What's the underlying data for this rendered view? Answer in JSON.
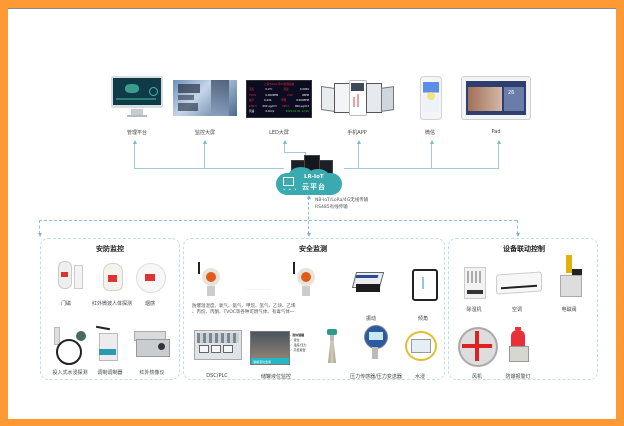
{
  "terminals": [
    {
      "id": "mgmt",
      "label": "管理平台",
      "icon": "desktop-monitor-icon"
    },
    {
      "id": "bigscreen",
      "label": "监控大屏",
      "icon": "video-wall-icon"
    },
    {
      "id": "led",
      "label": "LED大屏",
      "icon": "led-display-icon"
    },
    {
      "id": "app",
      "label": "手机APP",
      "icon": "mobile-app-icon"
    },
    {
      "id": "wechat",
      "label": "微信",
      "icon": "smartphone-icon"
    },
    {
      "id": "pad",
      "label": "Pad",
      "icon": "tablet-icon"
    }
  ],
  "led_screen": {
    "title": "上海市XX公司XX监测系统",
    "rows": [
      [
        "温度",
        "0.4℃",
        "湿度",
        "0.0000"
      ],
      [
        "TVOC",
        "0.000PPM",
        "CO2",
        "0PPM"
      ],
      [
        "噪声",
        "0.4db",
        "甲醛",
        "0.000PPM"
      ],
      [
        "PM2.5",
        "000 μg/m3",
        "PM10",
        "000 μg/m3"
      ],
      [
        "风速",
        "0.0m/s",
        "",
        "2022-01-01 12:00"
      ]
    ]
  },
  "cloud": {
    "line1": "LR-IoT",
    "line2": "云平台",
    "color": "#3aa9b0"
  },
  "transport_note": {
    "line1": "NB-IoT/LoRa/4G无线传输",
    "line2": "RS485有线传输"
  },
  "groups": [
    {
      "title": "安防监控",
      "devices": [
        {
          "label": "门磁",
          "icon": "door-sensor-icon"
        },
        {
          "label": "红外微波人体探测",
          "icon": "pir-detector-icon"
        },
        {
          "label": "烟感",
          "icon": "smoke-detector-icon"
        },
        {
          "label": "投入式水浸探测",
          "icon": "water-leak-sensor-icon"
        },
        {
          "label": "调制调制器",
          "icon": "wireless-modem-icon"
        },
        {
          "label": "红外热像仪",
          "icon": "thermal-camera-icon"
        }
      ]
    },
    {
      "title": "安全监测",
      "gas_note": {
        "line1": "防爆温湿度、氧气、氨气、甲烷、氢气、乙炔、乙烯",
        "line2": "、丙烷、丙酮、TVOC等各种可燃气体、有毒气体一"
      },
      "ellipsis": "……………",
      "devices": [
        {
          "label": "振动",
          "icon": "vibration-sensor-icon"
        },
        {
          "label": "倾角",
          "icon": "tilt-sensor-icon"
        },
        {
          "label": "DSC/PLC",
          "icon": "control-room-icon"
        },
        {
          "label": "储罐液位监控",
          "icon": "tank-level-icon"
        },
        {
          "label": "",
          "icon": "radar-level-gauge-icon"
        },
        {
          "label": "压力传感器/压力变送器",
          "icon": "pressure-gauge-icon"
        },
        {
          "label": "水浸",
          "icon": "water-sensor-icon"
        }
      ],
      "tank_overlay": {
        "title": "· 液体储罐",
        "items": [
          "液位",
          "温度/压力",
          "高低报警"
        ],
        "tag": "储罐液位监测"
      }
    },
    {
      "title": "设备联动控制",
      "devices": [
        {
          "label": "除湿机",
          "icon": "dehumidifier-icon"
        },
        {
          "label": "空调",
          "icon": "air-conditioner-icon"
        },
        {
          "label": "电磁阀",
          "icon": "solenoid-valve-icon"
        },
        {
          "label": "风机",
          "icon": "exhaust-fan-icon"
        },
        {
          "label": "防爆报警灯",
          "icon": "alarm-light-icon"
        }
      ]
    }
  ]
}
